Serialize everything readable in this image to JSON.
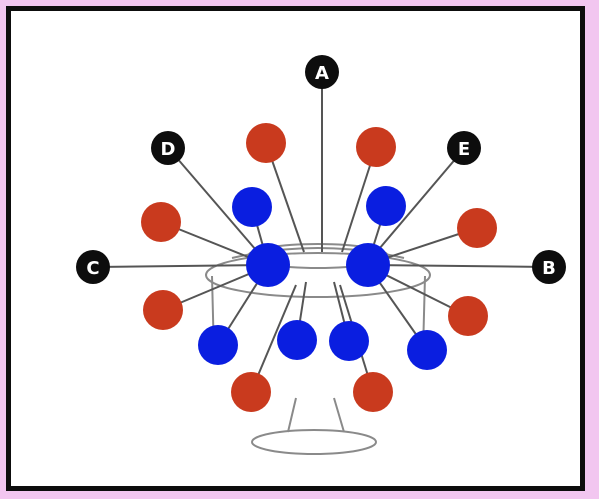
{
  "diagram": {
    "labels": {
      "a": "A",
      "b": "B",
      "c": "C",
      "d": "D",
      "e": "E"
    },
    "colors": {
      "background": "#f2c6f0",
      "frame": "#0d0d0d",
      "canvas": "#ffffff",
      "red_ball": "#c93a1e",
      "blue_ball": "#0a1ee0",
      "label_marker": "#0d0d0d",
      "label_text": "#ffffff",
      "line": "#555555"
    }
  }
}
